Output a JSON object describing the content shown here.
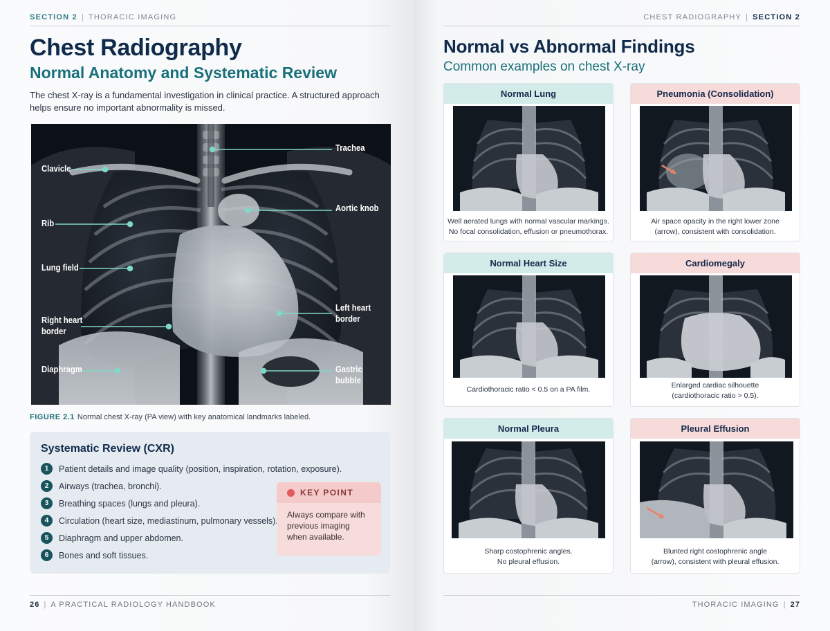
{
  "left_page": {
    "running_head": {
      "section": "SECTION 2",
      "topic": "THORACIC IMAGING"
    },
    "title": "Chest Radiography",
    "subtitle": "Normal Anatomy and Systematic Review",
    "intro": "The chest X-ray is a fundamental investigation in clinical practice. A structured approach helps ensure no important abnormality is missed.",
    "figure": {
      "labels": {
        "trachea": "Trachea",
        "clavicle": "Clavicle",
        "aortic_knob": "Aortic knob",
        "rib": "Rib",
        "lung_field": "Lung field",
        "left_heart_border_1": "Left heart",
        "left_heart_border_2": "border",
        "right_heart_border_1": "Right heart",
        "right_heart_border_2": "border",
        "diaphragm": "Diaphragm",
        "gastric_bubble": "Gastric bubble"
      },
      "caption_label": "FIGURE 2.1",
      "caption_text": "Normal chest X-ray (PA view) with key anatomical landmarks labeled."
    },
    "review": {
      "title": "Systematic Review (CXR)",
      "items": [
        {
          "num": "1",
          "text": "Patient details and image quality (position, inspiration, rotation, exposure)."
        },
        {
          "num": "2",
          "text": "Airways (trachea, bronchi)."
        },
        {
          "num": "3",
          "text": "Breathing spaces (lungs and pleura)."
        },
        {
          "num": "4",
          "text": "Circulation (heart size, mediastinum, pulmonary vessels)."
        },
        {
          "num": "5",
          "text": "Diaphragm and upper abdomen."
        },
        {
          "num": "6",
          "text": "Bones and soft tissues."
        }
      ],
      "key_point": {
        "heading": "KEY POINT",
        "text": "Always compare with previous imaging when available."
      }
    },
    "footer": {
      "page": "26",
      "book": "A PRACTICAL RADIOLOGY HANDBOOK"
    }
  },
  "right_page": {
    "running_head": {
      "topic": "CHEST RADIOGRAPHY",
      "section": "SECTION 2"
    },
    "title": "Normal vs Abnormal Findings",
    "subtitle": "Common examples on chest X-ray",
    "cards": [
      {
        "title": "Normal Lung",
        "caption_1": "Well aerated lungs with normal vascular markings.",
        "caption_2": "No focal consolidation, effusion or pneumothorax."
      },
      {
        "title": "Pneumonia (Consolidation)",
        "caption_1": "Air space opacity in the right lower zone",
        "caption_2": "(arrow), consistent with consolidation."
      },
      {
        "title": "Normal Heart Size",
        "caption_1": "Cardiothoracic ratio < 0.5 on a PA film.",
        "caption_2": ""
      },
      {
        "title": "Cardiomegaly",
        "caption_1": "Enlarged cardiac silhouette",
        "caption_2": "(cardiothoracic ratio > 0.5)."
      },
      {
        "title": "Normal Pleura",
        "caption_1": "Sharp costophrenic angles.",
        "caption_2": "No pleural effusion."
      },
      {
        "title": "Pleural Effusion",
        "caption_1": "Blunted right costophrenic angle",
        "caption_2": "(arrow), consistent with pleural effusion."
      }
    ],
    "footer": {
      "topic": "THORACIC IMAGING",
      "page": "27"
    }
  },
  "colors": {
    "navy": "#0f2a4a",
    "teal": "#18707a",
    "normal_header": "#d3ecea",
    "abnormal_header": "#f7dada",
    "annotation_line": "#7ed8c8",
    "arrow": "#e8836a"
  }
}
